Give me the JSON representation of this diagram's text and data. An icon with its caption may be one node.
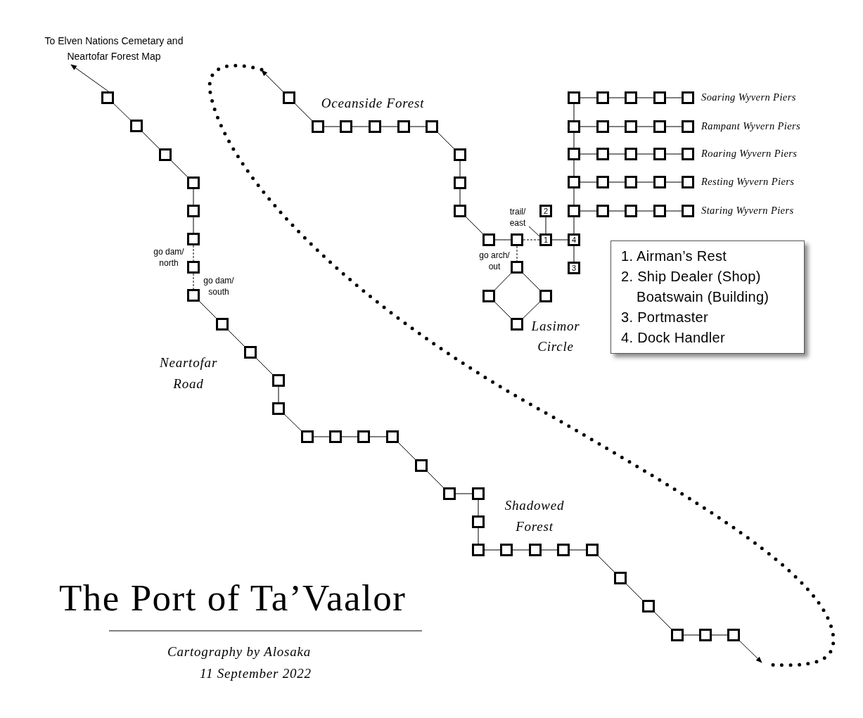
{
  "diagram": {
    "title": "The Port of Ta’Vaalor",
    "nodes": [
      {
        "text": [
          "To Elven Nations Cemetary and Neartofar Forest Map"
        ]
      },
      {
        "text": [],
        "shape": "box"
      },
      {
        "text": [],
        "shape": "box"
      },
      {
        "text": [],
        "shape": "box"
      },
      {
        "text": [],
        "shape": "box"
      },
      {
        "text": [],
        "shape": "box"
      },
      {
        "text": [],
        "shape": "box"
      },
      {
        "text": [],
        "shape": "box"
      },
      {
        "text": [],
        "shape": "box"
      },
      {
        "text": [],
        "shape": "box"
      },
      {
        "text": [],
        "shape": "box"
      },
      {
        "text": [],
        "shape": "box"
      },
      {
        "text": [],
        "shape": "box"
      },
      {
        "text": [],
        "shape": "box"
      },
      {
        "text": [],
        "shape": "box"
      },
      {
        "text": [],
        "shape": "box"
      },
      {
        "text": [],
        "shape": "box"
      },
      {
        "text": [],
        "shape": "box"
      },
      {
        "text": [],
        "shape": "box"
      },
      {
        "text": [],
        "shape": "box"
      },
      {
        "text": [],
        "shape": "box"
      },
      {
        "text": [],
        "shape": "box"
      },
      {
        "text": [],
        "shape": "box"
      },
      {
        "text": [],
        "shape": "box"
      },
      {
        "text": [],
        "shape": "box"
      },
      {
        "text": [],
        "shape": "box"
      },
      {
        "text": [],
        "shape": "box"
      },
      {
        "text": [],
        "shape": "box"
      },
      {
        "text": [],
        "shape": "box"
      },
      {
        "text": [],
        "shape": "box"
      },
      {
        "text": [],
        "shape": "box"
      },
      {
        "text": [],
        "shape": "box"
      },
      {
        "text": [],
        "shape": "box"
      },
      {
        "text": [],
        "shape": "box"
      },
      {
        "text": [],
        "shape": "box"
      },
      {
        "text": [],
        "shape": "box"
      },
      {
        "text": [],
        "shape": "box"
      },
      {
        "text": [],
        "shape": "box"
      },
      {
        "text": [],
        "shape": "box"
      },
      {
        "text": [],
        "shape": "box"
      },
      {
        "text": [],
        "shape": "box"
      },
      {
        "text": [],
        "shape": "box"
      },
      {
        "text": [
          "1"
        ]
      },
      {
        "text": [
          "2"
        ]
      },
      {
        "text": [
          "4"
        ]
      },
      {
        "text": [
          "3"
        ]
      },
      {
        "text": [],
        "shape": "box"
      },
      {
        "text": [],
        "shape": "box"
      },
      {
        "text": [],
        "shape": "box"
      },
      {
        "text": [],
        "shape": "box"
      },
      {
        "text": [],
        "shape": "box"
      },
      {
        "text": [],
        "shape": "box"
      },
      {
        "text": [],
        "shape": "box"
      },
      {
        "text": [],
        "shape": "box"
      },
      {
        "text": [],
        "shape": "box",
        "beside": [
          "Soaring Wyvern Piers"
        ]
      },
      {
        "text": [],
        "shape": "box"
      },
      {
        "text": [],
        "shape": "box"
      },
      {
        "text": [],
        "shape": "box"
      },
      {
        "text": [],
        "shape": "box"
      },
      {
        "text": [],
        "shape": "box",
        "beside": [
          "Rampant Wyvern Piers"
        ]
      },
      {
        "text": [],
        "shape": "box"
      },
      {
        "text": [],
        "shape": "box"
      },
      {
        "text": [],
        "shape": "box"
      },
      {
        "text": [],
        "shape": "box"
      },
      {
        "text": [],
        "shape": "box",
        "beside": [
          "Roaring Wyvern Piers"
        ]
      },
      {
        "text": [],
        "shape": "box"
      },
      {
        "text": [],
        "shape": "box"
      },
      {
        "text": [],
        "shape": "box"
      },
      {
        "text": [],
        "shape": "box"
      },
      {
        "text": [],
        "shape": "box",
        "beside": [
          "Resting Wyvern Piers"
        ]
      },
      {
        "text": [],
        "shape": "box"
      },
      {
        "text": [],
        "shape": "box"
      },
      {
        "text": [],
        "shape": "box"
      },
      {
        "text": [],
        "shape": "box"
      },
      {
        "text": [],
        "shape": "box",
        "beside": [
          "Staring Wyvern Piers"
        ]
      },
      {
        "text": [
          "1. Airman’s Rest",
          "2. Ship Dealer (Shop) Boatswain (Building)",
          "3. Portmaster",
          "4. Dock Handler"
        ]
      },
      {
        "text": [
          "trail/ east"
        ]
      }
    ],
    "edges": [
      {
        "from": 1,
        "to": 0,
        "arrow": "to"
      },
      {
        "from": 1,
        "to": 2,
        "arrow": "none"
      },
      {
        "from": 2,
        "to": 3,
        "arrow": "none"
      },
      {
        "from": 3,
        "to": 4,
        "arrow": "none"
      },
      {
        "from": 4,
        "to": 5,
        "arrow": "none"
      },
      {
        "from": 5,
        "to": 6,
        "arrow": "none"
      },
      {
        "from": 6,
        "to": 7,
        "arrow": "none",
        "label": "go dam/ north",
        "style": "dashed"
      },
      {
        "from": 7,
        "to": 8,
        "arrow": "none",
        "label": "go dam/ south",
        "style": "dashed"
      },
      {
        "from": 8,
        "to": 9,
        "arrow": "none"
      },
      {
        "from": 9,
        "to": 10,
        "arrow": "none"
      },
      {
        "from": 10,
        "to": 11,
        "arrow": "none"
      },
      {
        "from": 11,
        "to": 12,
        "arrow": "none"
      },
      {
        "from": 12,
        "to": 13,
        "arrow": "none"
      },
      {
        "from": 13,
        "to": 14,
        "arrow": "none"
      },
      {
        "from": 14,
        "to": 15,
        "arrow": "none"
      },
      {
        "from": 15,
        "to": 16,
        "arrow": "none"
      },
      {
        "from": 16,
        "to": 17,
        "arrow": "none"
      },
      {
        "from": 17,
        "to": 18,
        "arrow": "none"
      },
      {
        "from": 18,
        "to": 19,
        "arrow": "none"
      },
      {
        "from": 19,
        "to": 20,
        "arrow": "none"
      },
      {
        "from": 20,
        "to": 21,
        "arrow": "none"
      },
      {
        "from": 21,
        "to": 22,
        "arrow": "none"
      },
      {
        "from": 22,
        "to": 23,
        "arrow": "none"
      },
      {
        "from": 23,
        "to": 24,
        "arrow": "none"
      },
      {
        "from": 24,
        "to": 25,
        "arrow": "none"
      },
      {
        "from": 25,
        "to": 26,
        "arrow": "none"
      },
      {
        "from": 26,
        "to": 27,
        "arrow": "none"
      },
      {
        "from": 27,
        "to": 28,
        "arrow": "none"
      },
      {
        "from": 28,
        "to": 29,
        "arrow": "none"
      },
      {
        "from": 29,
        "to": 30,
        "arrow": "none"
      },
      {
        "from": 30,
        "to": null,
        "arrow": "to"
      },
      {
        "from": 31,
        "to": null,
        "arrow": "to"
      },
      {
        "from": 31,
        "to": 32,
        "arrow": "none"
      },
      {
        "from": 32,
        "to": 33,
        "arrow": "none"
      },
      {
        "from": 33,
        "to": 34,
        "arrow": "none"
      },
      {
        "from": 34,
        "to": 35,
        "arrow": "none"
      },
      {
        "from": 35,
        "to": 36,
        "arrow": "none"
      },
      {
        "from": 36,
        "to": 37,
        "arrow": "none"
      },
      {
        "from": 37,
        "to": 38,
        "arrow": "none"
      },
      {
        "from": 38,
        "to": 39,
        "arrow": "none"
      },
      {
        "from": 39,
        "to": 40,
        "arrow": "none"
      },
      {
        "from": 40,
        "to": 41,
        "arrow": "none"
      },
      {
        "from": 41,
        "to": 42,
        "arrow": "none",
        "style": "dashed"
      },
      {
        "from": 42,
        "to": 43,
        "arrow": "none"
      },
      {
        "from": 42,
        "to": 44,
        "arrow": "none"
      },
      {
        "from": 44,
        "to": 45,
        "arrow": "none"
      },
      {
        "from": 41,
        "to": 46,
        "arrow": "none",
        "label": "go arch/ out",
        "style": "dashed"
      },
      {
        "from": 46,
        "to": 47,
        "arrow": "none"
      },
      {
        "from": 46,
        "to": 48,
        "arrow": "none"
      },
      {
        "from": 47,
        "to": 49,
        "arrow": "none"
      },
      {
        "from": 48,
        "to": 49,
        "arrow": "none"
      },
      {
        "from": 50,
        "to": 51,
        "arrow": "none"
      },
      {
        "from": 51,
        "to": 52,
        "arrow": "none"
      },
      {
        "from": 52,
        "to": 53,
        "arrow": "none"
      },
      {
        "from": 53,
        "to": 54,
        "arrow": "none"
      },
      {
        "from": 55,
        "to": 56,
        "arrow": "none"
      },
      {
        "from": 56,
        "to": 57,
        "arrow": "none"
      },
      {
        "from": 57,
        "to": 58,
        "arrow": "none"
      },
      {
        "from": 58,
        "to": 59,
        "arrow": "none"
      },
      {
        "from": 60,
        "to": 61,
        "arrow": "none"
      },
      {
        "from": 61,
        "to": 62,
        "arrow": "none"
      },
      {
        "from": 62,
        "to": 63,
        "arrow": "none"
      },
      {
        "from": 63,
        "to": 64,
        "arrow": "none"
      },
      {
        "from": 65,
        "to": 66,
        "arrow": "none"
      },
      {
        "from": 66,
        "to": 67,
        "arrow": "none"
      },
      {
        "from": 67,
        "to": 68,
        "arrow": "none"
      },
      {
        "from": 68,
        "to": 69,
        "arrow": "none"
      },
      {
        "from": 70,
        "to": 71,
        "arrow": "none"
      },
      {
        "from": 71,
        "to": 72,
        "arrow": "none"
      },
      {
        "from": 72,
        "to": 73,
        "arrow": "none"
      },
      {
        "from": 73,
        "to": 74,
        "arrow": "none"
      },
      {
        "from": 50,
        "to": 55,
        "arrow": "none"
      },
      {
        "from": 55,
        "to": 60,
        "arrow": "none"
      },
      {
        "from": 60,
        "to": 65,
        "arrow": "none"
      },
      {
        "from": 65,
        "to": 70,
        "arrow": "none"
      },
      {
        "from": 70,
        "to": 44,
        "arrow": "none"
      },
      {
        "from": 76,
        "to": 42,
        "arrow": "none"
      }
    ],
    "labels": [
      "Oceanside Forest",
      "Lasimor Circle",
      "Neartofar Road",
      "Shadowed Forest",
      "Cartography by Alosaka",
      "11 September 2022"
    ]
  }
}
